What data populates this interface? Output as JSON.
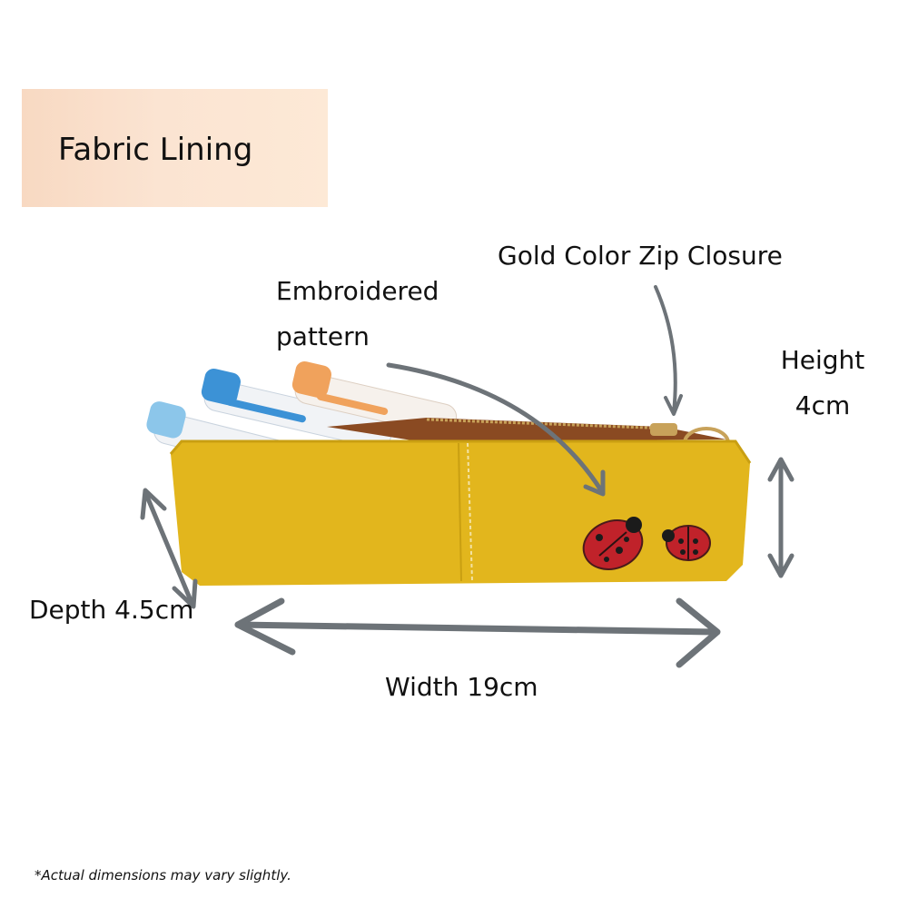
{
  "banner": {
    "text": "Fabric Lining",
    "color": "#fbe2cf"
  },
  "callouts": {
    "zip": "Gold Color Zip Closure",
    "embroidered": "Embroidered pattern",
    "height": "Height 4cm",
    "depth": "Depth 4.5cm",
    "width": "Width 19cm"
  },
  "footnote": "*Actual dimensions may vary slightly.",
  "colors": {
    "case": "#e2b61d",
    "zipper": "#8a4a22",
    "arrow": "#6d7378",
    "ladybug": "#c0222a",
    "pen_blue": "#3c92d6",
    "pen_orange": "#f0a25c"
  }
}
